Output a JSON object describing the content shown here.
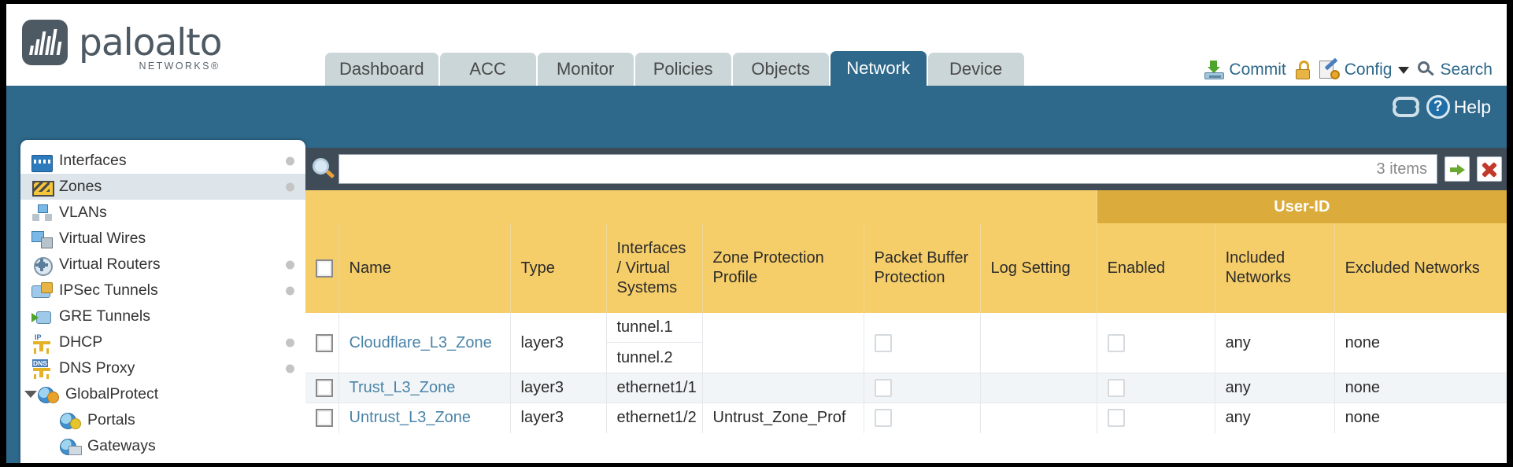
{
  "brand": {
    "name": "paloalto",
    "tagline": "NETWORKS®"
  },
  "nav": {
    "tabs": [
      {
        "label": "Dashboard",
        "selected": false
      },
      {
        "label": "ACC",
        "selected": false
      },
      {
        "label": "Monitor",
        "selected": false
      },
      {
        "label": "Policies",
        "selected": false
      },
      {
        "label": "Objects",
        "selected": false
      },
      {
        "label": "Network",
        "selected": true
      },
      {
        "label": "Device",
        "selected": false
      }
    ]
  },
  "top_actions": {
    "commit": "Commit",
    "lock_icon": "lock-icon",
    "config": "Config",
    "search": "Search"
  },
  "subbar": {
    "refresh_icon": "refresh-icon",
    "help": "Help",
    "help_glyph": "?"
  },
  "sidebar": {
    "items": [
      {
        "label": "Interfaces",
        "icon": "interfaces-icon",
        "dot": true,
        "active": false,
        "indent": false,
        "twisty": false
      },
      {
        "label": "Zones",
        "icon": "zones-icon",
        "dot": true,
        "active": true,
        "indent": false,
        "twisty": false
      },
      {
        "label": "VLANs",
        "icon": "vlans-icon",
        "dot": false,
        "active": false,
        "indent": false,
        "twisty": false
      },
      {
        "label": "Virtual Wires",
        "icon": "virtual-wires-icon",
        "dot": false,
        "active": false,
        "indent": false,
        "twisty": false
      },
      {
        "label": "Virtual Routers",
        "icon": "virtual-routers-icon",
        "dot": true,
        "active": false,
        "indent": false,
        "twisty": false
      },
      {
        "label": "IPSec Tunnels",
        "icon": "ipsec-tunnels-icon",
        "dot": true,
        "active": false,
        "indent": false,
        "twisty": false
      },
      {
        "label": "GRE Tunnels",
        "icon": "gre-tunnels-icon",
        "dot": false,
        "active": false,
        "indent": false,
        "twisty": false
      },
      {
        "label": "DHCP",
        "icon": "dhcp-icon",
        "dot": true,
        "active": false,
        "indent": false,
        "twisty": false
      },
      {
        "label": "DNS Proxy",
        "icon": "dns-proxy-icon",
        "dot": true,
        "active": false,
        "indent": false,
        "twisty": false
      },
      {
        "label": "GlobalProtect",
        "icon": "globalprotect-icon",
        "dot": false,
        "active": false,
        "indent": false,
        "twisty": true
      },
      {
        "label": "Portals",
        "icon": "portals-icon",
        "dot": false,
        "active": false,
        "indent": true,
        "twisty": false
      },
      {
        "label": "Gateways",
        "icon": "gateways-icon",
        "dot": false,
        "active": false,
        "indent": true,
        "twisty": false
      }
    ]
  },
  "search": {
    "value": "",
    "placeholder": "",
    "item_count": "3 items",
    "apply_icon": "apply-filter-icon",
    "clear_icon": "clear-filter-icon",
    "magnifier_icon": "search-icon"
  },
  "table": {
    "group_header": "User-ID",
    "columns": [
      "Name",
      "Type",
      "Interfaces / Virtual Systems",
      "Zone Protection Profile",
      "Packet Buffer Protection",
      "Log Setting",
      "Enabled",
      "Included Networks",
      "Excluded Networks"
    ],
    "rows": [
      {
        "name": "Cloudflare_L3_Zone",
        "type": "layer3",
        "interfaces": [
          "tunnel.1",
          "tunnel.2"
        ],
        "zone_protection_profile": "",
        "packet_buffer_protection": false,
        "log_setting": "",
        "userid_enabled": false,
        "included_networks": "any",
        "excluded_networks": "none"
      },
      {
        "name": "Trust_L3_Zone",
        "type": "layer3",
        "interfaces": [
          "ethernet1/1"
        ],
        "zone_protection_profile": "",
        "packet_buffer_protection": false,
        "log_setting": "",
        "userid_enabled": false,
        "included_networks": "any",
        "excluded_networks": "none"
      },
      {
        "name": "Untrust_L3_Zone",
        "type": "layer3",
        "interfaces": [
          "ethernet1/2"
        ],
        "zone_protection_profile": "Untrust_Zone_Prof",
        "packet_buffer_protection": false,
        "log_setting": "",
        "userid_enabled": false,
        "included_networks": "any",
        "excluded_networks": "none"
      }
    ]
  },
  "colors": {
    "brand_blue": "#2e688a",
    "header_yellow": "#f6ce69",
    "group_gold": "#dbab3c",
    "link_blue": "#4a84a8",
    "panel_dark": "#3f4b56"
  }
}
